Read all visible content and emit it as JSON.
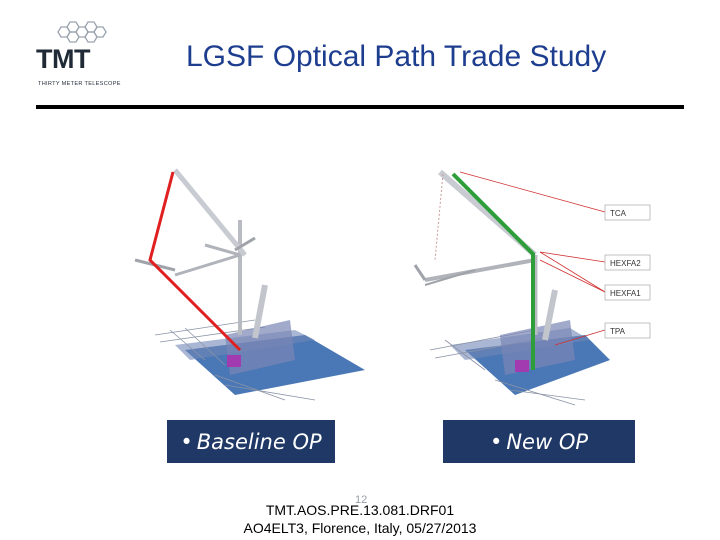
{
  "logo": {
    "wordmark": "TMT",
    "subtitle": "THIRTY METER TELESCOPE"
  },
  "title": "LGSF Optical Path Trade Study",
  "callouts": [
    "TCA",
    "HEXFA2",
    "HEXFA1",
    "TPA"
  ],
  "labels": {
    "left": "Baseline OP",
    "right": "New OP",
    "bullet": "•"
  },
  "page_number": "12",
  "footer": {
    "line1": "TMT.AOS.PRE.13.081.DRF01",
    "line2": "AO4ELT3, Florence, Italy, 05/27/2013"
  },
  "colors": {
    "title": "#1d3d8f",
    "rule": "#000000",
    "label_bg": "#1f3866",
    "path_baseline": "#e02020",
    "path_new": "#2e9e3a",
    "callout_line": "#d03030"
  }
}
